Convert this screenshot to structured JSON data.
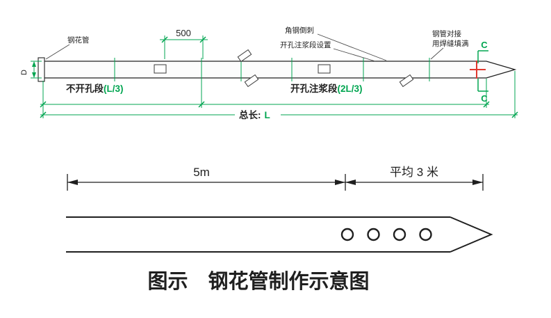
{
  "colors": {
    "dim_green": "#00a550",
    "section_red": "#e0392f",
    "line_black": "#1f1f1f"
  },
  "top": {
    "pipe_label": "钢花管",
    "dim_500": "500",
    "barb_label": "角钢倒刺",
    "hole_setting_label": "开孔注浆段设置",
    "weld_label_line1": "钢管对接",
    "weld_label_line2": "用焊缝填满",
    "section_mark_top": "C",
    "section_mark_bottom": "C",
    "diameter_label": "D",
    "no_hole_label": "不开孔段",
    "no_hole_value": "(L/3)",
    "grout_label": "开孔注浆段",
    "grout_value": "(2L/3)",
    "total_label": "总长:",
    "total_value": "L"
  },
  "bottom": {
    "dim_left": "5m",
    "dim_right": "平均 3 米",
    "hole_count": 4,
    "caption": "图示　钢花管制作示意图"
  }
}
